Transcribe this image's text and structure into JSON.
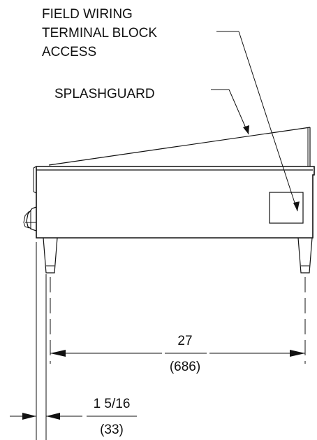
{
  "labels": {
    "field_wiring_line1": "FIELD WIRING",
    "field_wiring_line2": "TERMINAL BLOCK",
    "field_wiring_line3": "ACCESS",
    "splashguard": "SPLASHGUARD"
  },
  "dimensions": {
    "overall_width_in": "27",
    "overall_width_mm": "(686)",
    "offset_in": "1 5/16",
    "offset_mm": "(33)"
  }
}
